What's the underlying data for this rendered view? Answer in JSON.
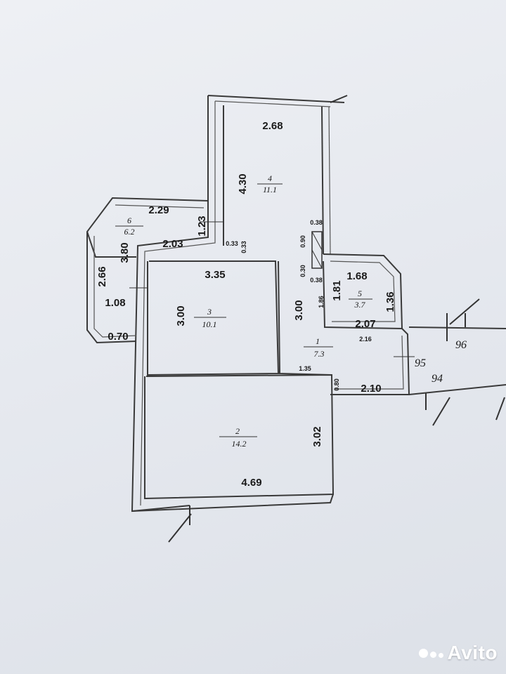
{
  "rooms": [
    {
      "number": "4",
      "area": "11.1"
    },
    {
      "number": "6",
      "area": "6.2"
    },
    {
      "number": "3",
      "area": "10.1"
    },
    {
      "number": "1",
      "area": "7.3"
    },
    {
      "number": "5",
      "area": "3.7"
    },
    {
      "number": "2",
      "area": "14.2"
    }
  ],
  "dimensions": {
    "top_width": "2.68",
    "room4_height": "4.30",
    "room6_top": "2.29",
    "room6_inner": "2.03",
    "room6_wall": "1.23",
    "room6_left_outer": "2.66",
    "room6_left_inner": "3.80",
    "room6_left_low": "1.08",
    "room6_bottom": "0.70",
    "small_a": "0.33",
    "small_b": "0.33",
    "vent_top": "0.38",
    "vent_h": "0.90",
    "vent_low": "0.30",
    "vent_bottom": "0.38",
    "room3_width": "3.35",
    "room3_height": "3.00",
    "hall_height": "3.00",
    "hall_inner": "1.86",
    "bath_top": "1.68",
    "bath_left": "1.81",
    "bath_right": "1.36",
    "bath_bottom": "2.07",
    "bath_under": "2.16",
    "hall_step": "1.35",
    "hall_wall": "0.80",
    "hall_bottom": "2.10",
    "room2_width": "4.69",
    "room2_height": "3.02"
  },
  "neighbors": [
    "96",
    "95",
    "94"
  ],
  "watermark": {
    "text": "Avito"
  },
  "icons": {
    "watermark": "avito-logo-icon"
  }
}
